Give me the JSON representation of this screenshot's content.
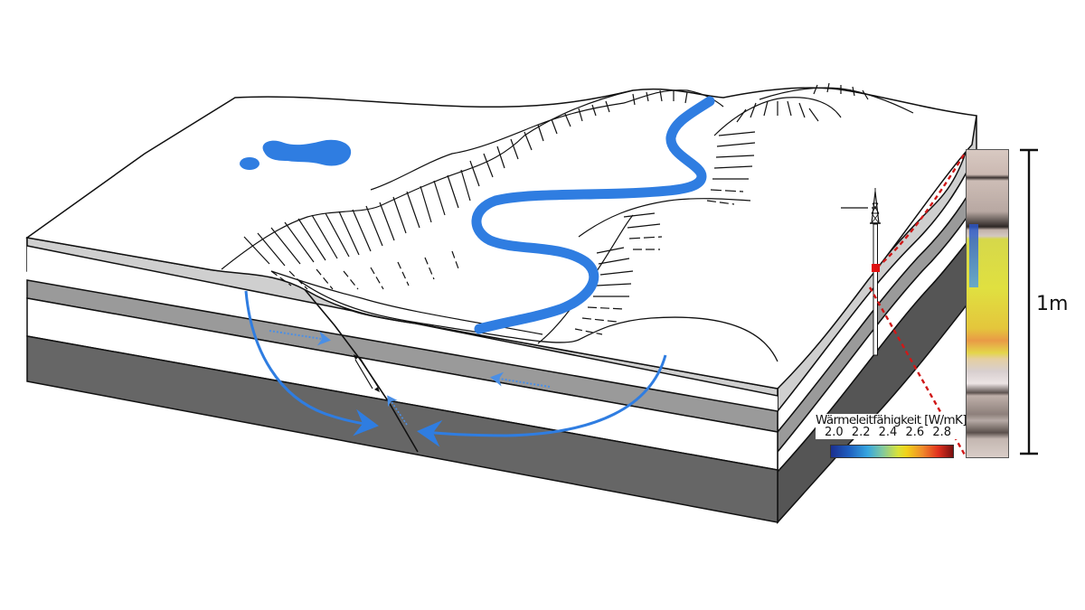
{
  "diagram": {
    "subject": "Geological block diagram with river valley, faulted sedimentary layers, groundwater flow arrows, drilling rig and core sample with thermal conductivity overlay",
    "colors": {
      "water": "#2f7de1",
      "layer_light": "#cfcfcf",
      "layer_mid": "#9a9a9a",
      "layer_dark": "#666666",
      "layer_white": "#ffffff",
      "marker_red": "#e01010",
      "outline": "#111111"
    },
    "elements": {
      "lake": "lake",
      "river": "river",
      "fault": "normal-fault",
      "drill_rig": "drilling-rig",
      "sample_marker": "sample-location",
      "core": "drill-core-photo"
    }
  },
  "legend": {
    "title": "Wärmeleitfähigkeit [W/mK]",
    "ticks": [
      "2.0",
      "2.2",
      "2.4",
      "2.6",
      "2.8"
    ],
    "min": 2.0,
    "max": 2.8,
    "colormap": [
      "#1b2f8f",
      "#36a6e0",
      "#d8e23a",
      "#f08a2a",
      "#e0301e",
      "#7a1010"
    ]
  },
  "scale": {
    "label": "1m"
  }
}
